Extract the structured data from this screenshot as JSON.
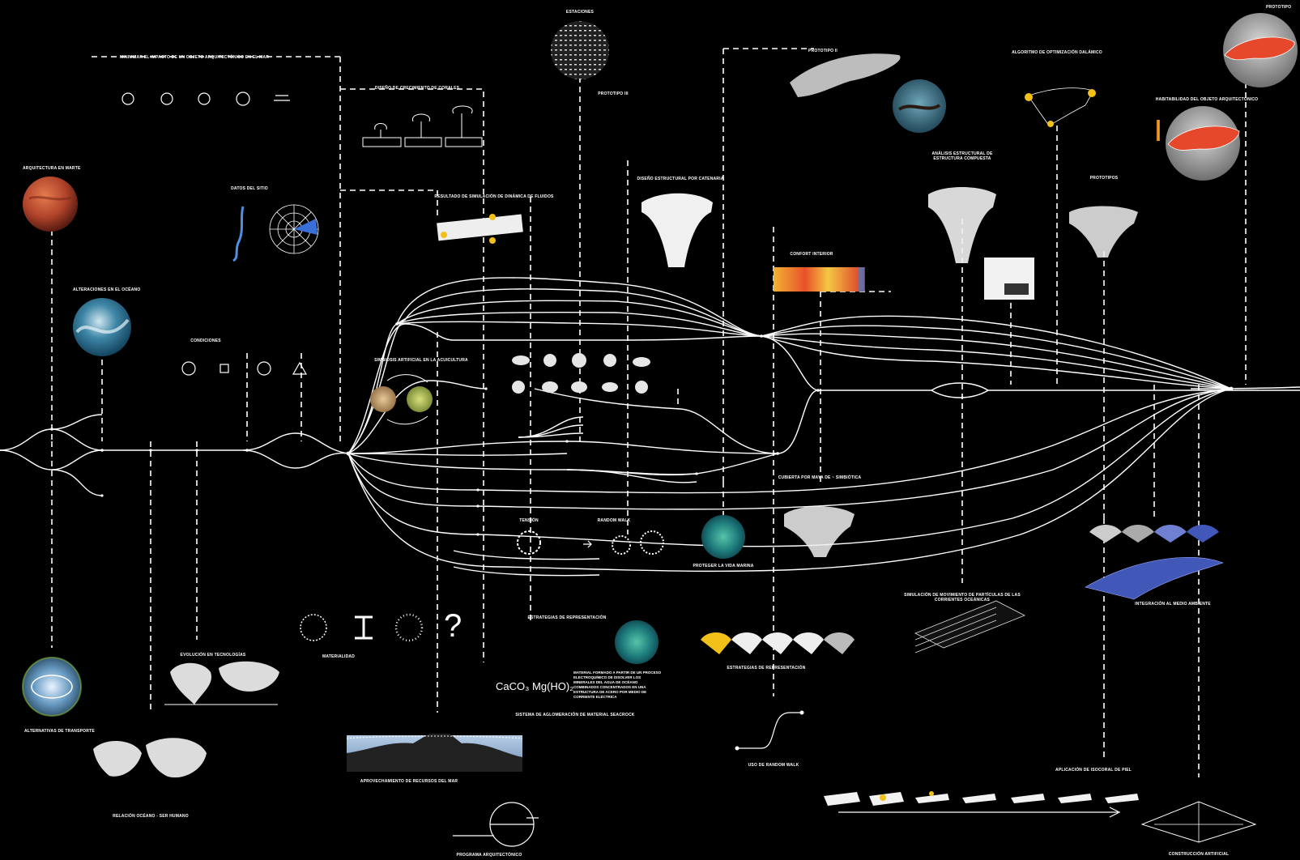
{
  "labels": {
    "estaciones": "ESTACIONES",
    "prototipo_iii": "PROTOTIPO III",
    "prototipo_ii": "PROTOTIPO II",
    "prototipo_corner": "PROTOTIPO",
    "algoritmo": "ALGORITMO DE OPTIMIZACIÓN DALÁMICO",
    "habitabilidad": "HABITABILIDAD DEL OBJETO ARQUITECTÓNICO",
    "minimizar": "MINIMIZAR EL IMPACTO DE UN OBJETO ARQUITECTÓNICO EN EL MAR",
    "diseno_corales": "DISEÑO DE CRECIMIENTO DE CORALES",
    "arquitectura_marte": "ARQUITECTURA EN MARTE",
    "analisis_estructural": "ANÁLISIS ESTRUCTURAL DE ESTRUCTURA COMPUESTA",
    "diseno_estructural": "DISEÑO ESTRUCTURAL POR CATENARIA",
    "resultado_simulacion": "RESULTADO DE SIMULACIÓN DE DINÁMICA DE FLUIDOS",
    "datos_sitio": "DATOS DEL SITIO",
    "prototipos": "PROTOTIPOS",
    "confort_interior": "CONFORT INTERIOR",
    "alteraciones_oceano": "ALTERACIONES EN EL OCÉANO",
    "condiciones": "CONDICIONES",
    "simbiosis": "SIMBIOSIS ARTIFICIAL EN LA ACUICULTURA",
    "cubierta": "CUBIERTA POR MAYA DE ~ SIMBIÓTICA",
    "proteger": "PROTEGER LA VIDA MARINA",
    "integracion": "INTEGRACIÓN AL MEDIO AMBIENTE",
    "simulacion_particulas": "SIMULACIÓN DE MOVIMIENTO DE PARTÍCULAS DE LAS CORRIENTES OCEÁNICAS",
    "estrategias_rep": "ESTRATEGIAS DE REPRESENTACIÓN",
    "estrategias_rep2": "ESTRATEGIAS DE REPRESENTACIÓN",
    "materialidad": "MATERIALIDAD",
    "evolucion": "EVOLUCIÓN EN TECNOLOGÍAS",
    "alternativas": "ALTERNATIVAS DE TRANSPORTE",
    "material_formado": "MATERIAL FORMADO A PARTIR DE UN PROCESO ELECTROQUÍMICO DE DISOLVER LOS MINERALES DEL AGUA DE OCÉANO COMBINADOS CONCENTRADOS EN UNA ESTRUCTURA DE ACERO POR MEDIO DE CORRIENTE ELÉCTRICA",
    "formula": "CaCO₃ Mg(HO)₂",
    "sistema_aglomeracion": "SISTEMA DE AGLOMERACIÓN DE MATERIAL SEACROCK",
    "uso_random": "USO DE RANDOM WALK",
    "relacion_oceano": "RELACIÓN OCÉANO - SER HUMANO",
    "aplicacion": "APLICACIÓN DE ISOCORAL DE PIEL",
    "aprovechamiento": "APROVECHAMIENTO DE RECURSOS DEL MAR",
    "programa": "PROGRAMA ARQUITECTÓNICO",
    "construccion": "CONSTRUCCIÓN ARTIFICIAL",
    "random_walk": "RANDOM WALK",
    "tension": "TENSIÓN",
    "question": "?"
  },
  "icons": [
    "planet-mars-icon",
    "ocean-wave-icon",
    "coral-branch-icon",
    "world-map-icon",
    "transport-capsule-icon",
    "habitat-section-icon"
  ],
  "colors": {
    "background": "#000000",
    "line": "#ffffff",
    "mars": "#c0502e",
    "ocean": "#2a6f8f",
    "heat": "#e5482a",
    "highlight": "#f3c019",
    "wave": "#4158b8"
  }
}
